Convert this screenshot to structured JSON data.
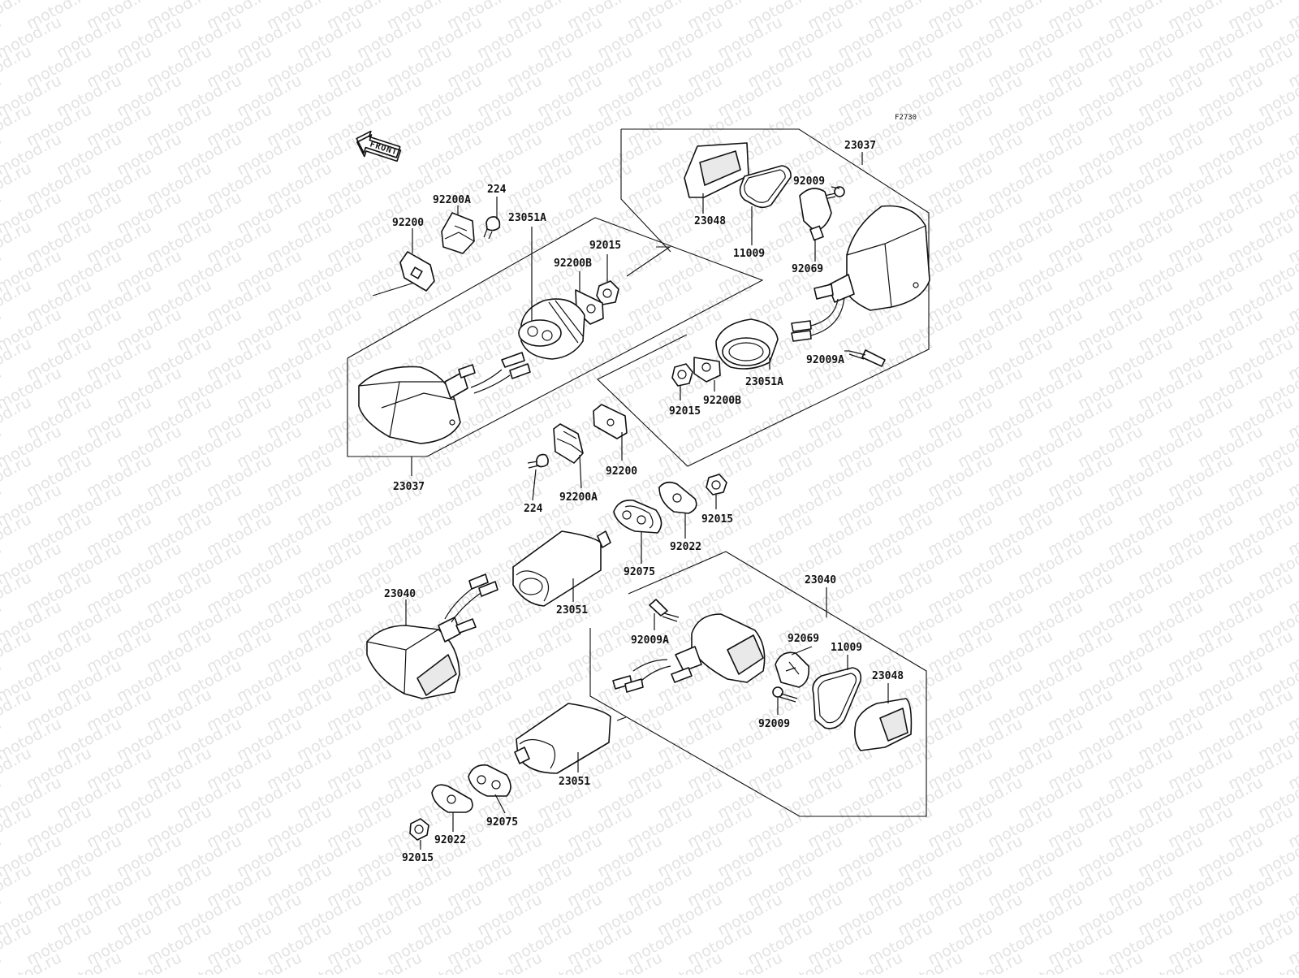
{
  "diagram": {
    "figure_code": "F2730",
    "front_label": "FRONT",
    "watermark": "motod.ru",
    "parts": [
      {
        "id": "p-23037-top",
        "label": "23037"
      },
      {
        "id": "p-23048-top",
        "label": "23048"
      },
      {
        "id": "p-11009-top",
        "label": "11009"
      },
      {
        "id": "p-92009-top",
        "label": "92009"
      },
      {
        "id": "p-92069-top",
        "label": "92069"
      },
      {
        "id": "p-92009a-top",
        "label": "92009A"
      },
      {
        "id": "p-23051a-right",
        "label": "23051A"
      },
      {
        "id": "p-92015-mid",
        "label": "92015"
      },
      {
        "id": "p-92200b-right",
        "label": "92200B"
      },
      {
        "id": "p-92200",
        "label": "92200"
      },
      {
        "id": "p-92200a",
        "label": "92200A"
      },
      {
        "id": "p-224",
        "label": "224"
      },
      {
        "id": "p-92015-topleft",
        "label": "92015"
      },
      {
        "id": "p-92200b-left",
        "label": "92200B"
      },
      {
        "id": "p-23051a-left",
        "label": "23051A"
      },
      {
        "id": "p-23037-left",
        "label": "23037"
      },
      {
        "id": "p-92200-mid",
        "label": "92200"
      },
      {
        "id": "p-224-mid",
        "label": "224"
      },
      {
        "id": "p-92200a-mid",
        "label": "92200A"
      },
      {
        "id": "p-92015-right",
        "label": "92015"
      },
      {
        "id": "p-92022-mid",
        "label": "92022"
      },
      {
        "id": "p-92075-mid",
        "label": "92075"
      },
      {
        "id": "p-23051-mid",
        "label": "23051"
      },
      {
        "id": "p-23040-left",
        "label": "23040"
      },
      {
        "id": "p-23040-right",
        "label": "23040"
      },
      {
        "id": "p-92009a-bot",
        "label": "92009A"
      },
      {
        "id": "p-92069-bot",
        "label": "92069"
      },
      {
        "id": "p-11009-bot",
        "label": "11009"
      },
      {
        "id": "p-23048-bot",
        "label": "23048"
      },
      {
        "id": "p-92009-bot",
        "label": "92009"
      },
      {
        "id": "p-23051-bot",
        "label": "23051"
      },
      {
        "id": "p-92075-bot",
        "label": "92075"
      },
      {
        "id": "p-92022-bot",
        "label": "92022"
      },
      {
        "id": "p-92015-bot",
        "label": "92015"
      }
    ]
  }
}
